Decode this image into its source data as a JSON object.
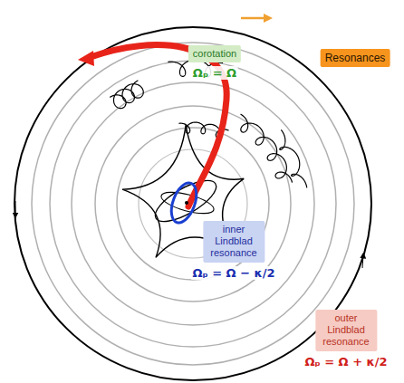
{
  "diagram": {
    "nodes": [
      {
        "text": [
          "Resonances"
        ]
      },
      {
        "text": [
          "corotation",
          "Ωₚ = Ω"
        ]
      },
      {
        "text": [
          "inner Lindblad resonance",
          "Ωₚ = Ω − κ/2"
        ]
      },
      {
        "text": [
          "outer Lindblad resonance",
          "Ωₚ = Ω + κ/2"
        ]
      }
    ]
  }
}
